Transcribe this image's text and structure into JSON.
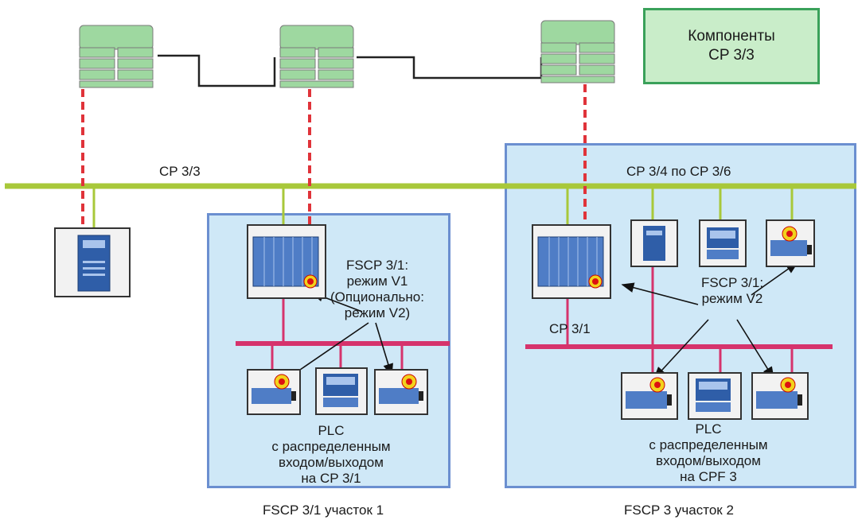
{
  "legend": {
    "line1": "Компоненты",
    "line2": "CP 3/3"
  },
  "bus_labels": {
    "cp33": "CP 3/3",
    "cp34_36": "CP 3/4 по CP 3/6",
    "cp31": "CP 3/1"
  },
  "zone1": {
    "fscp_line1": "FSCP 3/1:",
    "fscp_line2": "режим V1",
    "fscp_line3": "(Опционально:",
    "fscp_line4": "режим V2)",
    "plc_line1": "PLC",
    "plc_line2": "с распределенным",
    "plc_line3": "входом/выходом",
    "plc_line4": "на CP 3/1",
    "caption": "FSCP 3/1 участок 1"
  },
  "zone2": {
    "fscp_line1": "FSCP 3/1:",
    "fscp_line2": "режим V2",
    "plc_line1": "PLC",
    "plc_line2": "с распределенным",
    "plc_line3": "входом/выходом",
    "plc_line4": "на CPF 3",
    "caption": "FSCP 3 участок 2"
  },
  "colors": {
    "zone_fill": "#cfe8f7",
    "zone_border": "#6b8fd0",
    "green_bus": "#a8c83a",
    "magenta_bus": "#d6336c",
    "red_dash": "#e0333a",
    "switch_green": "#9ed8a0"
  }
}
